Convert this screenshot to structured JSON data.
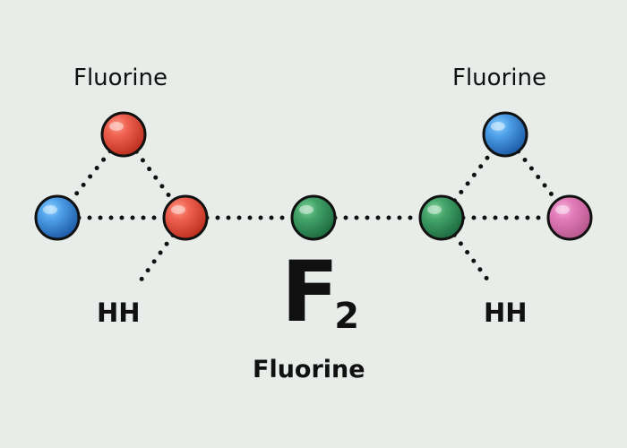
{
  "labels": {
    "top_left": "Fluorine",
    "top_right": "Fluorine",
    "left_bottom": "HH",
    "right_bottom": "HH",
    "formula_symbol": "F",
    "formula_subscript": "2",
    "bottom": "Fluorine"
  },
  "colors": {
    "background": "#e8edea",
    "blue": "#2f7fd0",
    "red": "#e44e3b",
    "green": "#2f9157",
    "pink": "#de78b4",
    "line": "#111111"
  }
}
